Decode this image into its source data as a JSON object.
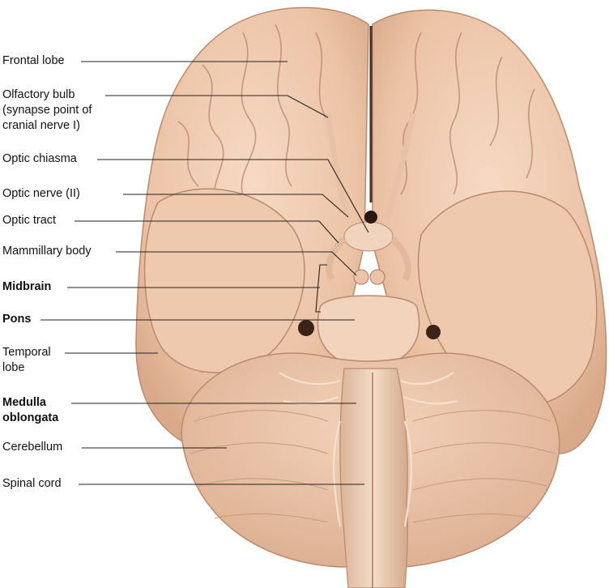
{
  "labels": [
    {
      "id": "frontal-lobe",
      "text": "Frontal lobe",
      "bold": false
    },
    {
      "id": "olfactory-bulb",
      "text": "Olfactory bulb\n(synapse point of\ncranial nerve I)",
      "bold": false
    },
    {
      "id": "optic-chiasma",
      "text": "Optic chiasma",
      "bold": false
    },
    {
      "id": "optic-nerve",
      "text": "Optic nerve (II)",
      "bold": false
    },
    {
      "id": "optic-tract",
      "text": "Optic tract",
      "bold": false
    },
    {
      "id": "mammillary-body",
      "text": "Mammillary body",
      "bold": false
    },
    {
      "id": "midbrain",
      "text": "Midbrain",
      "bold": true
    },
    {
      "id": "pons",
      "text": "Pons",
      "bold": true
    },
    {
      "id": "temporal-lobe",
      "text": "Temporal\nlobe",
      "bold": false
    },
    {
      "id": "medulla-oblongata",
      "text": "Medulla\noblongata",
      "bold": true
    },
    {
      "id": "cerebellum",
      "text": "Cerebellum",
      "bold": false
    },
    {
      "id": "spinal-cord",
      "text": "Spinal cord",
      "bold": false
    }
  ],
  "colors": {
    "tissue": "#ecc3a6",
    "tissue_light": "#f4d6bf",
    "sulcus": "#b98a6e",
    "shadow": "#8a5f48",
    "leader": "#222222"
  }
}
